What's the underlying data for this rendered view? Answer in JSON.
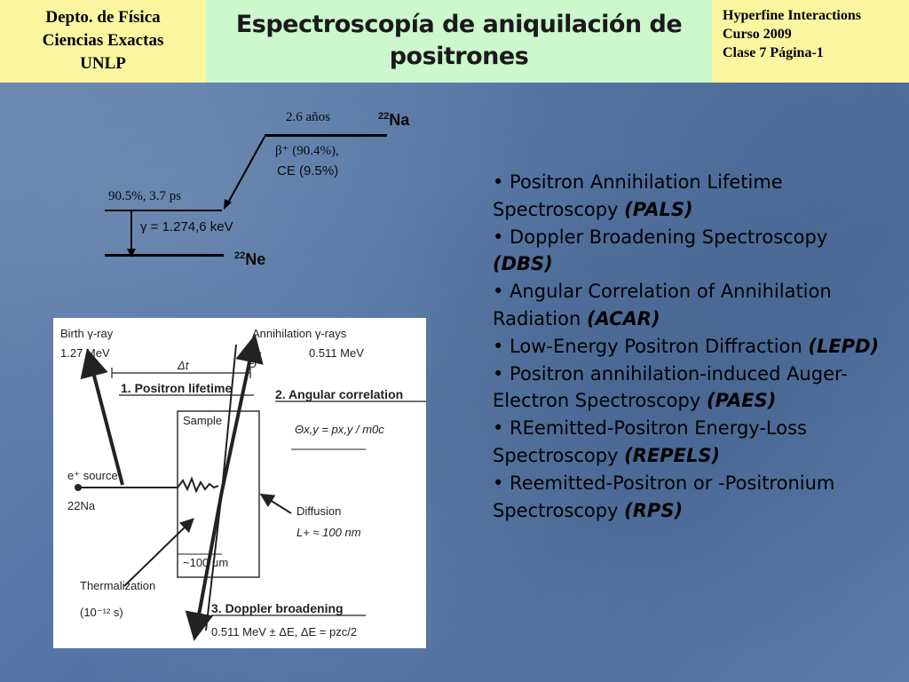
{
  "header": {
    "left": [
      "Depto. de Física",
      "Ciencias Exactas",
      "UNLP"
    ],
    "title": [
      "Espectroscopía de aniquilación de",
      "positrones"
    ],
    "right": [
      "Hyperfine Interactions",
      "Curso 2009",
      "Clase 7  Página-1"
    ]
  },
  "decay": {
    "halflife": "2.6 años",
    "parent_mass": "22",
    "parent_symbol": "Na",
    "beta_label": "β⁺ (90.4%),",
    "ce_label": "CE (9.5%)",
    "excited_label": "90.5%, 3.7 ps",
    "gamma_label": "γ = 1.274,6 keV",
    "daughter_mass": "22",
    "daughter_symbol": "Ne"
  },
  "techniques": [
    {
      "text": "• Positron Annihilation Lifetime Spectroscopy ",
      "abbr": "(PALS)"
    },
    {
      "text": "• Doppler Broadening Spectroscopy ",
      "abbr": "(DBS)"
    },
    {
      "text": "• Angular Correlation of Annihilation Radiation ",
      "abbr": "(ACAR)"
    },
    {
      "text": "• Low-Energy Positron Diffraction ",
      "abbr": "(LEPD)"
    },
    {
      "text": "• Positron annihilation-induced Auger-Electron Spectroscopy ",
      "abbr": "(PAES)"
    },
    {
      "text": "• REemitted-Positron Energy-Loss Spectroscopy ",
      "abbr": "(REPELS)"
    },
    {
      "text": "• Reemitted-Positron or -Positronium Spectroscopy ",
      "abbr": "(RPS)"
    }
  ],
  "figure": {
    "birth_label": "Birth γ-ray",
    "birth_energy": "1.27 MeV",
    "annihilation_label": "Annihilation γ-rays",
    "annihilation_energy": "0.511 MeV",
    "delta_t": "Δt",
    "theta": "Θ",
    "lifetime_title": "1. Positron lifetime",
    "angular_title": "2. Angular correlation",
    "formula": "Θx,y = px,y / m0c",
    "sample_label": "Sample",
    "source_label": "e⁺ source",
    "source_isotope": "22Na",
    "diffusion_label": "Diffusion",
    "diffusion_length": "L+ ≈ 100 nm",
    "depth_label": "~100 μm",
    "thermalization_label": "Thermalization",
    "thermalization_time": "(10⁻¹² s)",
    "doppler_title": "3. Doppler broadening",
    "doppler_formula": "0.511 MeV ± ΔE,   ΔE = pzc/2"
  }
}
